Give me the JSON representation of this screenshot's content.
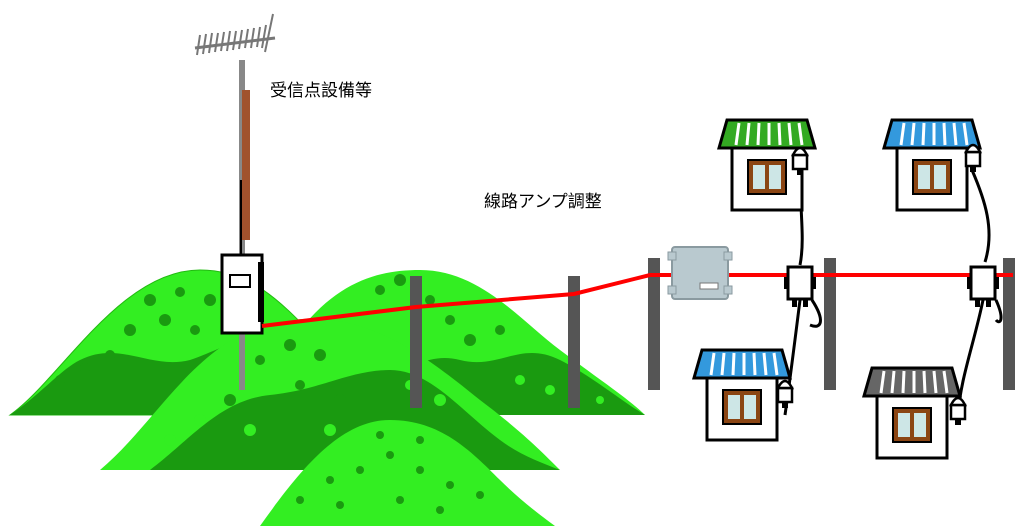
{
  "labels": {
    "antenna_facility": "受信点設備等",
    "line_amp_adjust": "線路アンプ調整"
  },
  "colors": {
    "cable": "#ff0000",
    "hill_light": "#33ee22",
    "hill_dark": "#1a9a10",
    "pole_gray": "#555555",
    "house_wall": "#ffffff",
    "house_window_frame": "#8b4513",
    "house_window_glass": "#cde6e6",
    "roof_green": "#33aa22",
    "roof_blue": "#3399dd",
    "roof_gray": "#666666",
    "amp_body": "#b9c9cf"
  },
  "houses": [
    {
      "name": "house-green-roof",
      "roof": "green"
    },
    {
      "name": "house-blue-roof-top",
      "roof": "blue"
    },
    {
      "name": "house-blue-roof-bottom",
      "roof": "blue"
    },
    {
      "name": "house-gray-roof",
      "roof": "gray"
    }
  ]
}
